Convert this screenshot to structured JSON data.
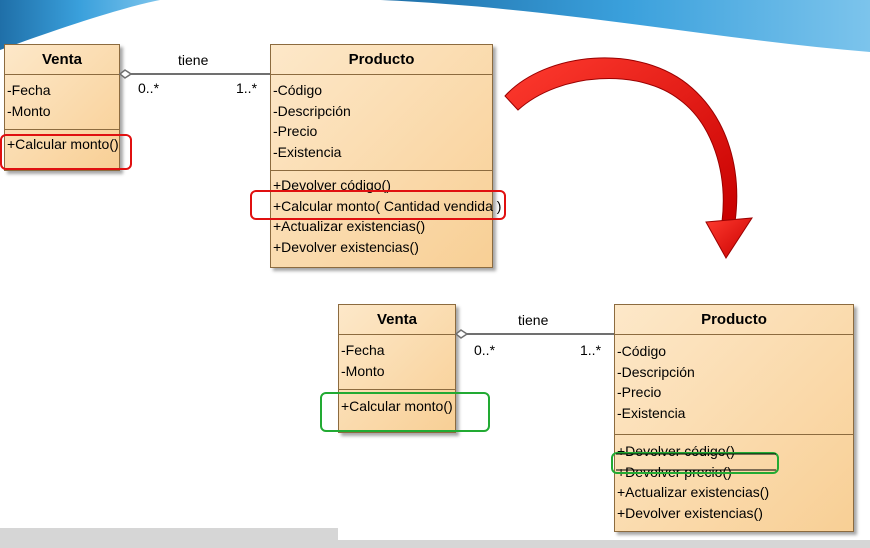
{
  "diagram_top": {
    "association": {
      "label": "tiene",
      "mult_left": "0..*",
      "mult_right": "1..*"
    },
    "venta": {
      "name": "Venta",
      "attributes": [
        "-Fecha",
        "-Monto"
      ],
      "operations": [
        "+Calcular monto()"
      ]
    },
    "producto": {
      "name": "Producto",
      "attributes": [
        "-Código",
        "-Descripción",
        "-Precio",
        "-Existencia"
      ],
      "operations": [
        "+Devolver código()",
        "+Calcular monto( Cantidad vendida )",
        "+Actualizar existencias()",
        "+Devolver existencias()"
      ]
    }
  },
  "diagram_bottom": {
    "association": {
      "label": "tiene",
      "mult_left": "0..*",
      "mult_right": "1..*"
    },
    "venta": {
      "name": "Venta",
      "attributes": [
        "-Fecha",
        "-Monto"
      ],
      "operations": [
        "+Calcular monto()"
      ]
    },
    "producto": {
      "name": "Producto",
      "attributes": [
        "-Código",
        "-Descripción",
        "-Precio",
        "-Existencia"
      ],
      "operations": [
        "+Devolver código()",
        "+Devolver precio()",
        "+Actualizar existencias()",
        "+Devolver existencias()"
      ]
    }
  },
  "colors": {
    "highlight_removed": "#e01010",
    "highlight_added": "#22aa33",
    "arrow": "#e01010",
    "class_fill": "#f8cf95",
    "header_band": "#3aa0dc"
  }
}
